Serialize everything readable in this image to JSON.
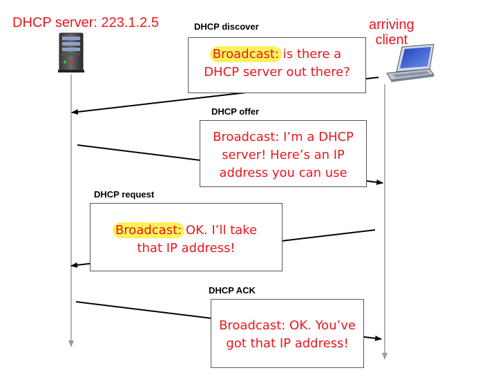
{
  "server_label": "DHCP server: 223.1.2.5",
  "client_label": [
    "arriving",
    "client"
  ],
  "steps": [
    {
      "label": "DHCP discover",
      "highlight": "Broadcast:",
      "lines": [
        " is there a",
        "DHCP server out there?"
      ]
    },
    {
      "label": "DHCP offer",
      "lines": [
        "Broadcast: I’m a DHCP",
        "server! Here’s an IP",
        "address you can use"
      ]
    },
    {
      "label": "DHCP request",
      "highlight": "Broadcast:",
      "lines": [
        " OK.  I’ll take",
        "that IP address!"
      ]
    },
    {
      "label": "DHCP ACK",
      "lines": [
        "Broadcast: OK.  You’ve",
        "got that IP address!"
      ]
    }
  ],
  "colors": {
    "text_red": "#e8161b",
    "highlight": "#fbf25a",
    "lifeline": "#9a9a9a",
    "arrow": "#000000"
  },
  "icons": {
    "server": "server-tower-icon",
    "client": "laptop-icon"
  }
}
